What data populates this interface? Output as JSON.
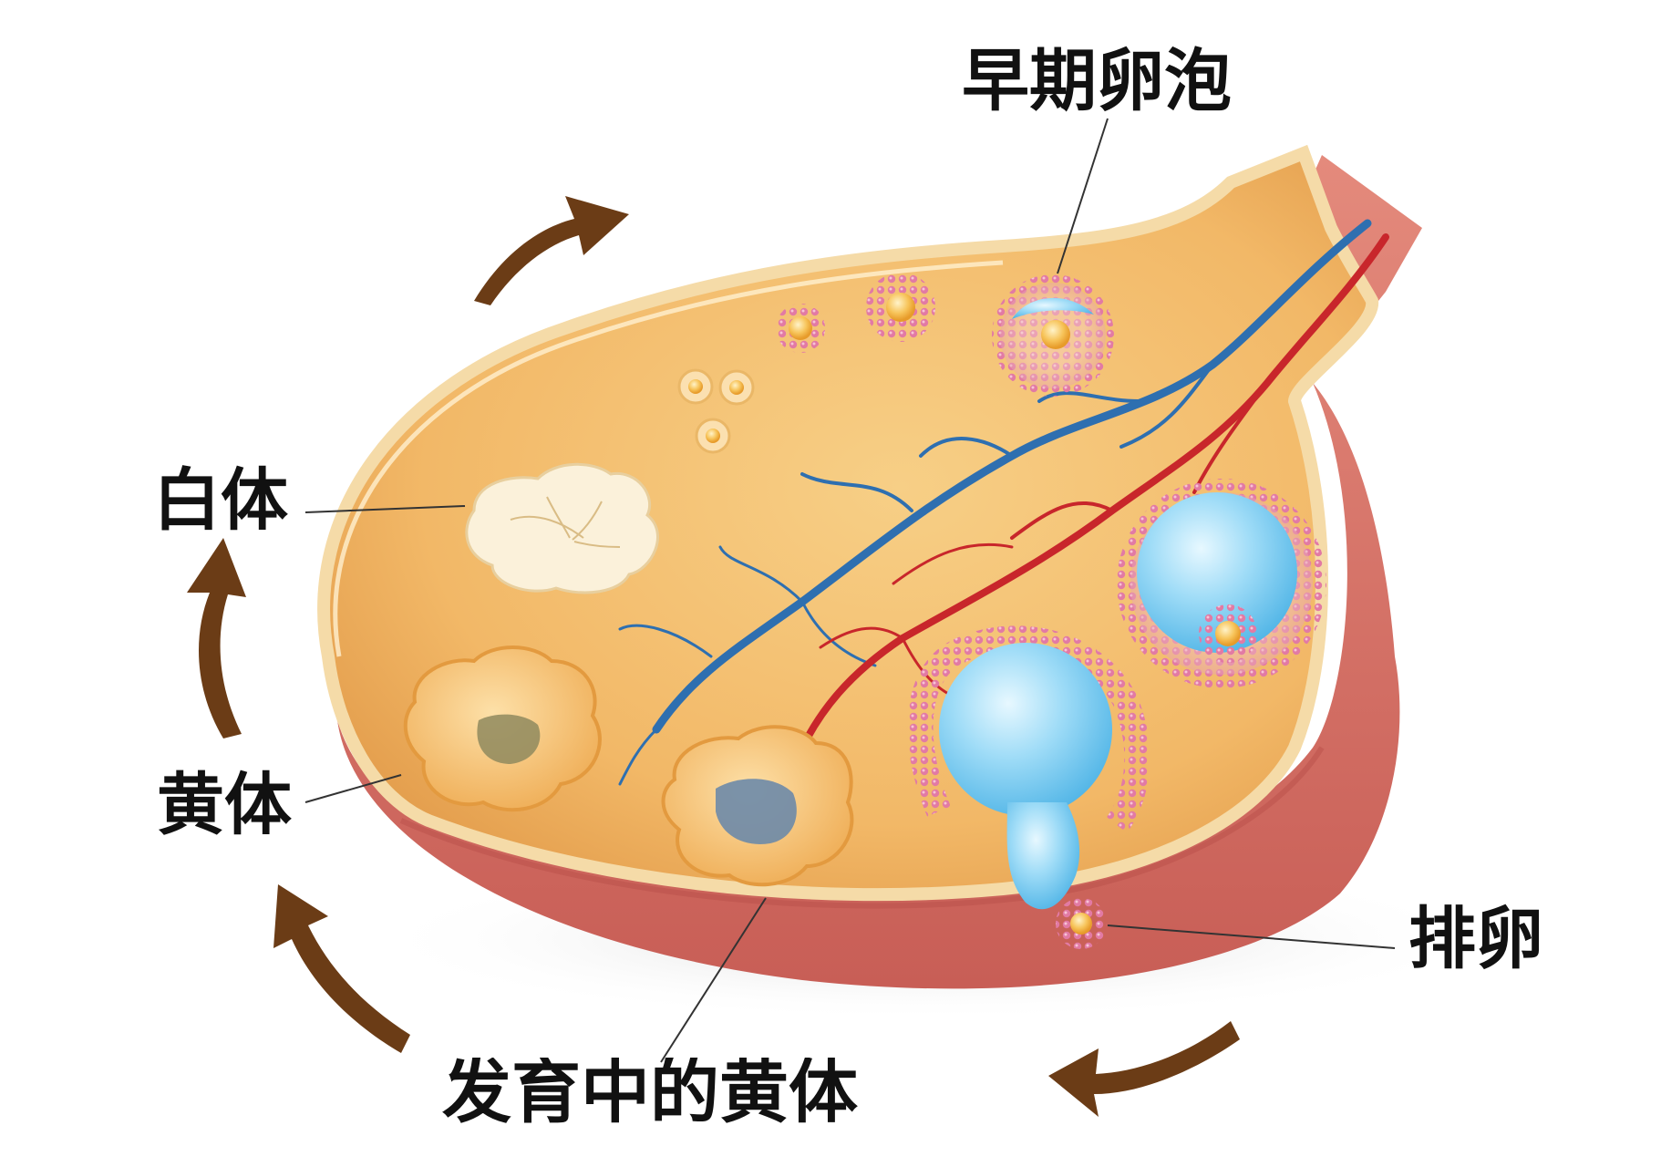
{
  "labels": {
    "early_follicle": "早期卵泡",
    "corpus_albicans": "白体",
    "corpus_luteum": "黄体",
    "ovulation": "排卵",
    "developing_corpus_luteum": "发育中的黄体"
  },
  "icons": [
    "curved-arrow-icon"
  ],
  "colors": {
    "ovary_surface": "#f2bd6e",
    "ovary_rim": "#e4a04e",
    "ovary_wall": "#d9726a",
    "vein": "#2e6fb0",
    "artery": "#c8262b",
    "follicle_granulosa": "#e07aa8",
    "follicle_fluid": "#8fd6f4",
    "arrow": "#6b3c16"
  }
}
